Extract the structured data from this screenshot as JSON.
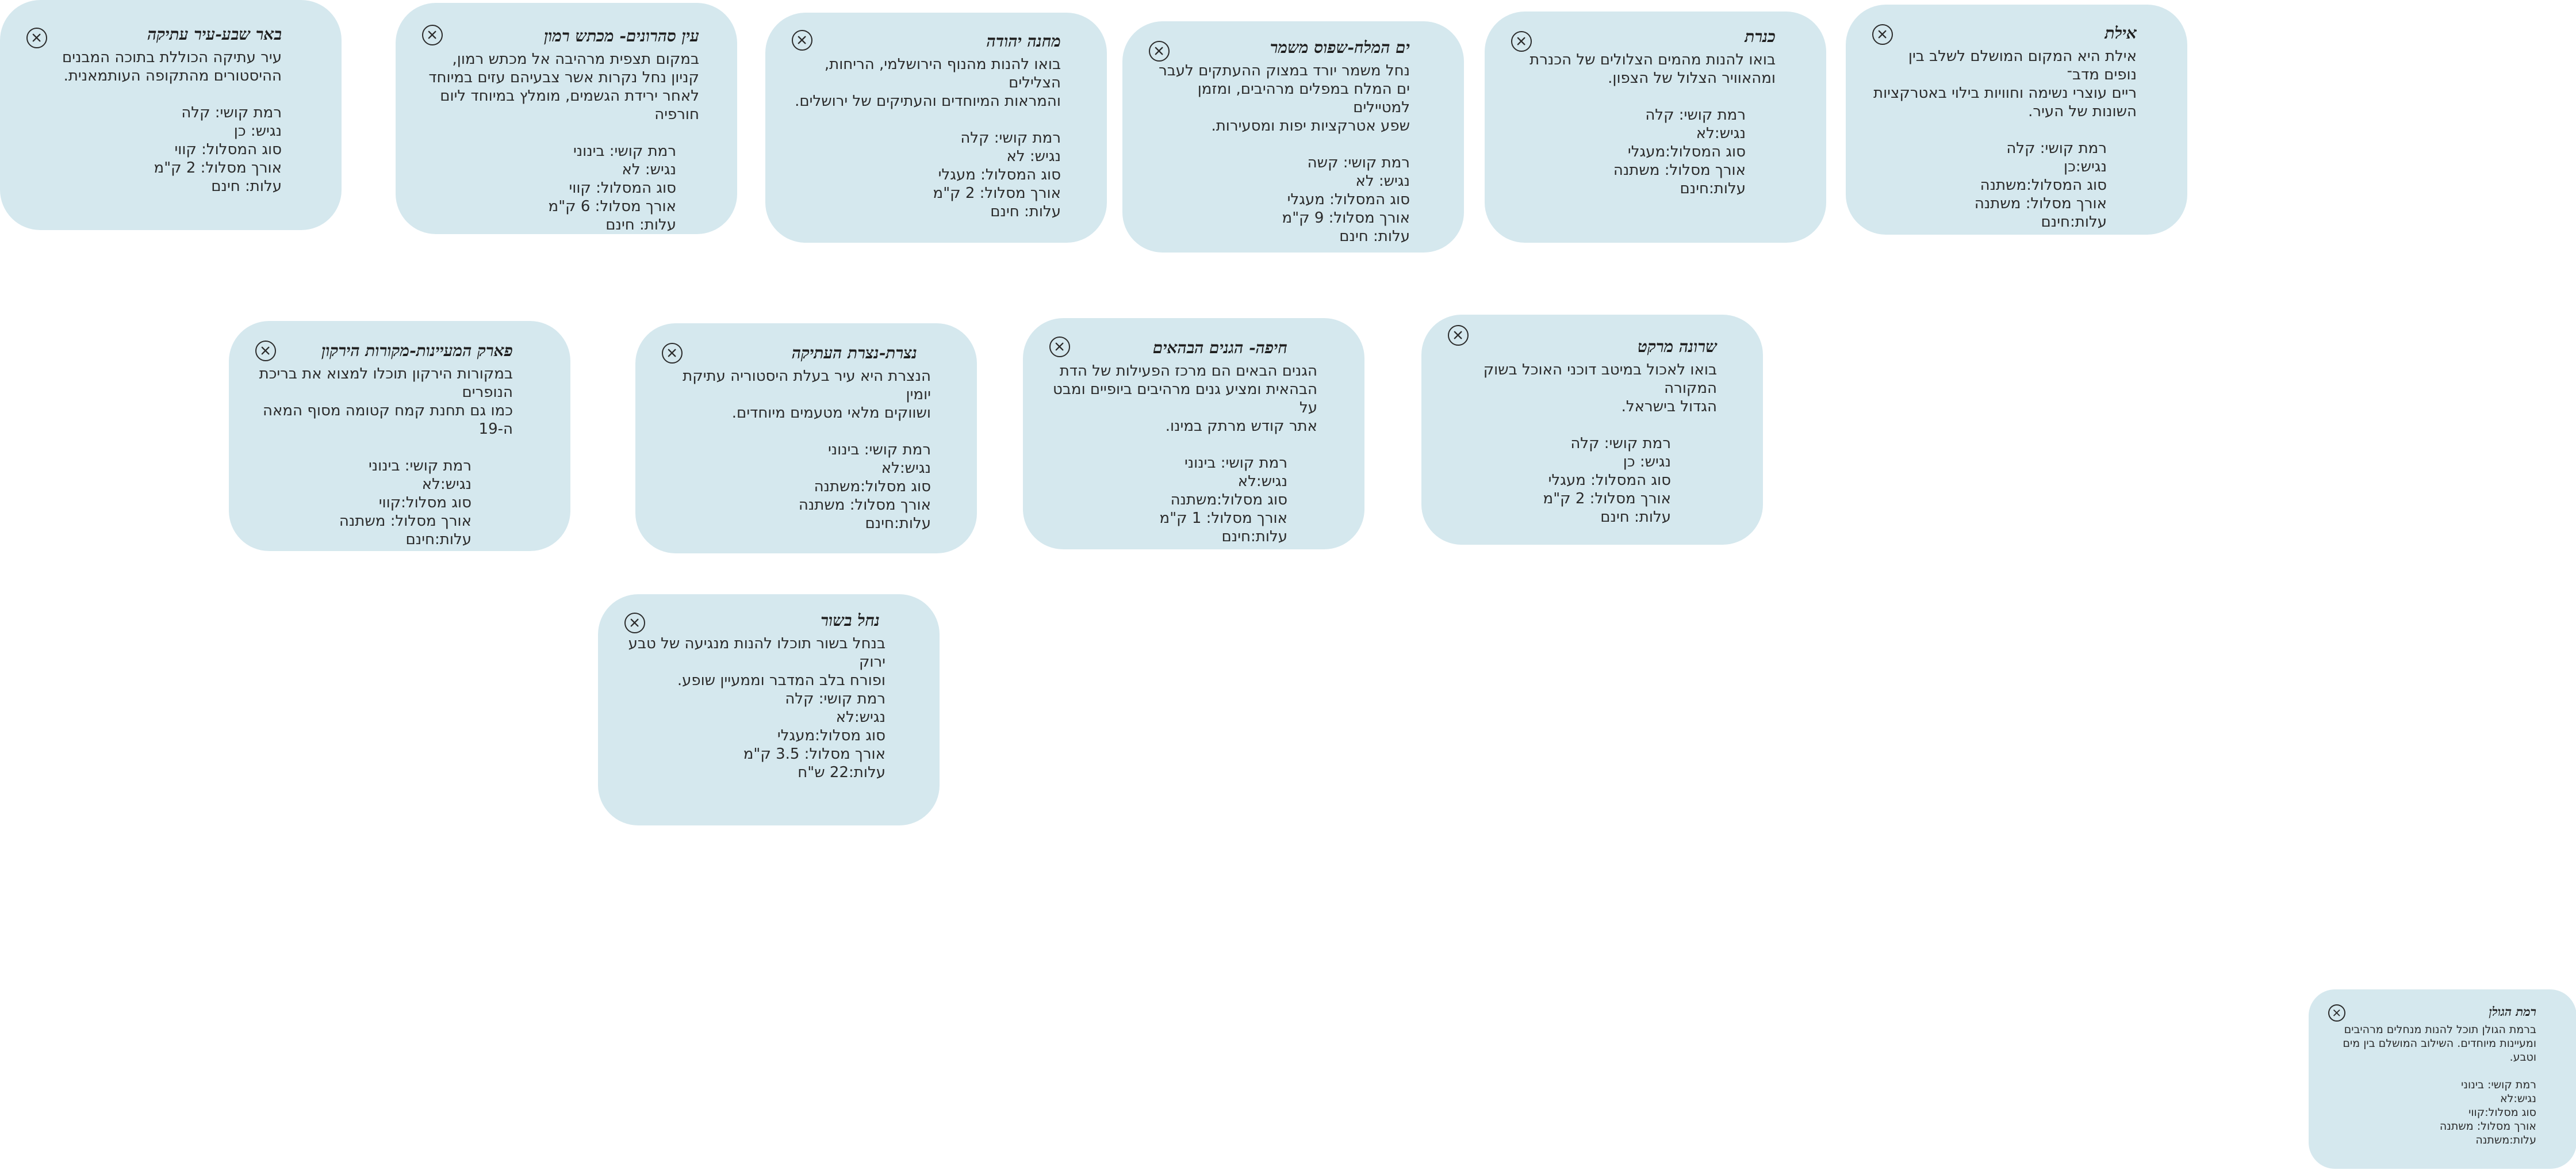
{
  "cards": [
    {
      "title": "באר שבע-עיר עתיקה",
      "desc": "עיר עתיקה הכוללת בתוכה המבנים\nההיסטורים מהתקופה העותמאנית.",
      "specs": [
        "רמת קושי: קלה",
        "נגיש: כן",
        "סוג המסלול: קווי",
        "אורך מסלול: 2 ק\"מ",
        "עלות: חינם"
      ]
    },
    {
      "title": "עין סהרונים- מכתש רמון",
      "desc": "במקום תצפית מרהיבה אל מכתש רמון,\nקניון נחל נקרות אשר צבעיהם עזים במיוחד\nלאחר ירידת הגשמים, מומלץ במיוחד ליום חורפיה",
      "specs": [
        "רמת קושי: בינוני",
        "נגיש: לא",
        "סוג המסלול: קווי",
        "אורך מסלול: 6 ק\"מ",
        "עלות: חינם"
      ]
    },
    {
      "title": "מחנה יהודה",
      "desc": "בואו להנות מהנוף הירושלמי, הריחות, הצלילים\nוהמראות המיוחדים והעתיקים של ירושלים.",
      "specs": [
        "רמת קושי: קלה",
        "נגיש: לא",
        "סוג המסלול: מעגלי",
        "אורך מסלול: 2 ק\"מ",
        "עלות: חינם"
      ]
    },
    {
      "title": "ים המלח-שפוס משמר",
      "desc": "נחל משמר יורד במצוק ההעתקים לעבר\nים המלח במפלים מרהיבים, ומזמן למטיילים\nשפע אטרקציות יפות ומסעירות.",
      "specs": [
        "רמת קושי: קשה",
        "נגיש: לא",
        "סוג המסלול: מעגלי",
        "אורך מסלול: 9 ק\"מ",
        "עלות: חינם"
      ]
    },
    {
      "title": "כנרת",
      "desc": "בואו להנות מהמים הצלולים של הכנרת\nומהאוויר הצלול של הצפון.",
      "specs": [
        "רמת קושי: קלה",
        "נגיש:לא",
        "סוג המסלול:מעגלי",
        "אורך מסלול: משתנה",
        "עלות:חינם"
      ]
    },
    {
      "title": "אילת",
      "desc": "אילת היא המקום המושלם לשלב בין נופים מדב־\nריים עוצרי נשימה וחוויות בילוי באטרקציות\nהשונות של העיר.",
      "specs": [
        "רמת קושי: קלה",
        "נגיש:כן",
        "סוג המסלול:משתנה",
        "אורך מסלול: משתנה",
        "עלות:חינם"
      ]
    },
    {
      "title": "פארק המעיינות-מקורות הירקון",
      "desc": "במקורות הירקון תוכלו למצוא את בריכת הנופרים\nכמו גם תחנת קמח קטומה מסוף המאה ה-19",
      "specs": [
        "רמת קושי: בינוני",
        "נגיש:לא",
        "סוג מסלול:קווי",
        "אורך מסלול: משתנה",
        "עלות:חינם"
      ]
    },
    {
      "title": "נצרת-נצרת העתיקה",
      "desc": "הנצרת היא עיר בעלת היסטוריה עתיקת יומין\nושווקים מלאי מטעמים מיוחדים.",
      "specs": [
        "רמת קושי: בינוני",
        "נגיש:לא",
        "סוג מסלול:משתנה",
        "אורך מסלול: משתנה",
        "עלות:חינם"
      ]
    },
    {
      "title": "חיפה- הגנים הבהאים",
      "desc": "הגנים הבאים הם מרכז הפעילות של הדת\nהבהאית ומציע גנים מרהיבים ביופיים ומבט על\nאתר קודש מרתק במינו.",
      "specs": [
        "רמת קושי: בינוני",
        "נגיש:לא",
        "סוג מסלול:משתנה",
        "אורך מסלול: 1 ק\"מ",
        "עלות:חינם"
      ]
    },
    {
      "title": "שרונה מרקט",
      "desc": "בואו לאכול במיטב דוכני האוכל בשוק המקורה\nהגדול בישראל.",
      "specs": [
        "רמת קושי: קלה",
        "נגיש: כן",
        "סוג המסלול: מעגלי",
        "אורך מסלול: 2 ק\"מ",
        "עלות: חינם"
      ]
    },
    {
      "title": "נחל בשור",
      "desc": "בנחל בשור תוכלו להנות מנגיעה של טבע ירוק\nופורח בלב המדבר וממעיין  שופע.",
      "specs": [
        "רמת קושי: קלה",
        "נגיש:לא",
        "סוג מסלול:מעגלי",
        "אורך מסלול: 3.5 ק\"מ",
        "עלות:22 ש\"ח"
      ]
    },
    {
      "title": "רמת הגולן",
      "desc": "ברמת הגולן תוכל להנות מנחלים מרהיבים\nומעיינות מיוחדים. השילוב המושלם בין מים\nוטבע.",
      "specs": [
        "רמת קושי: בינוני",
        "נגיש:לא",
        "סוג מסלול:קווי",
        "אורך מסלול: משתנה",
        "עלות:משתנה"
      ]
    }
  ]
}
